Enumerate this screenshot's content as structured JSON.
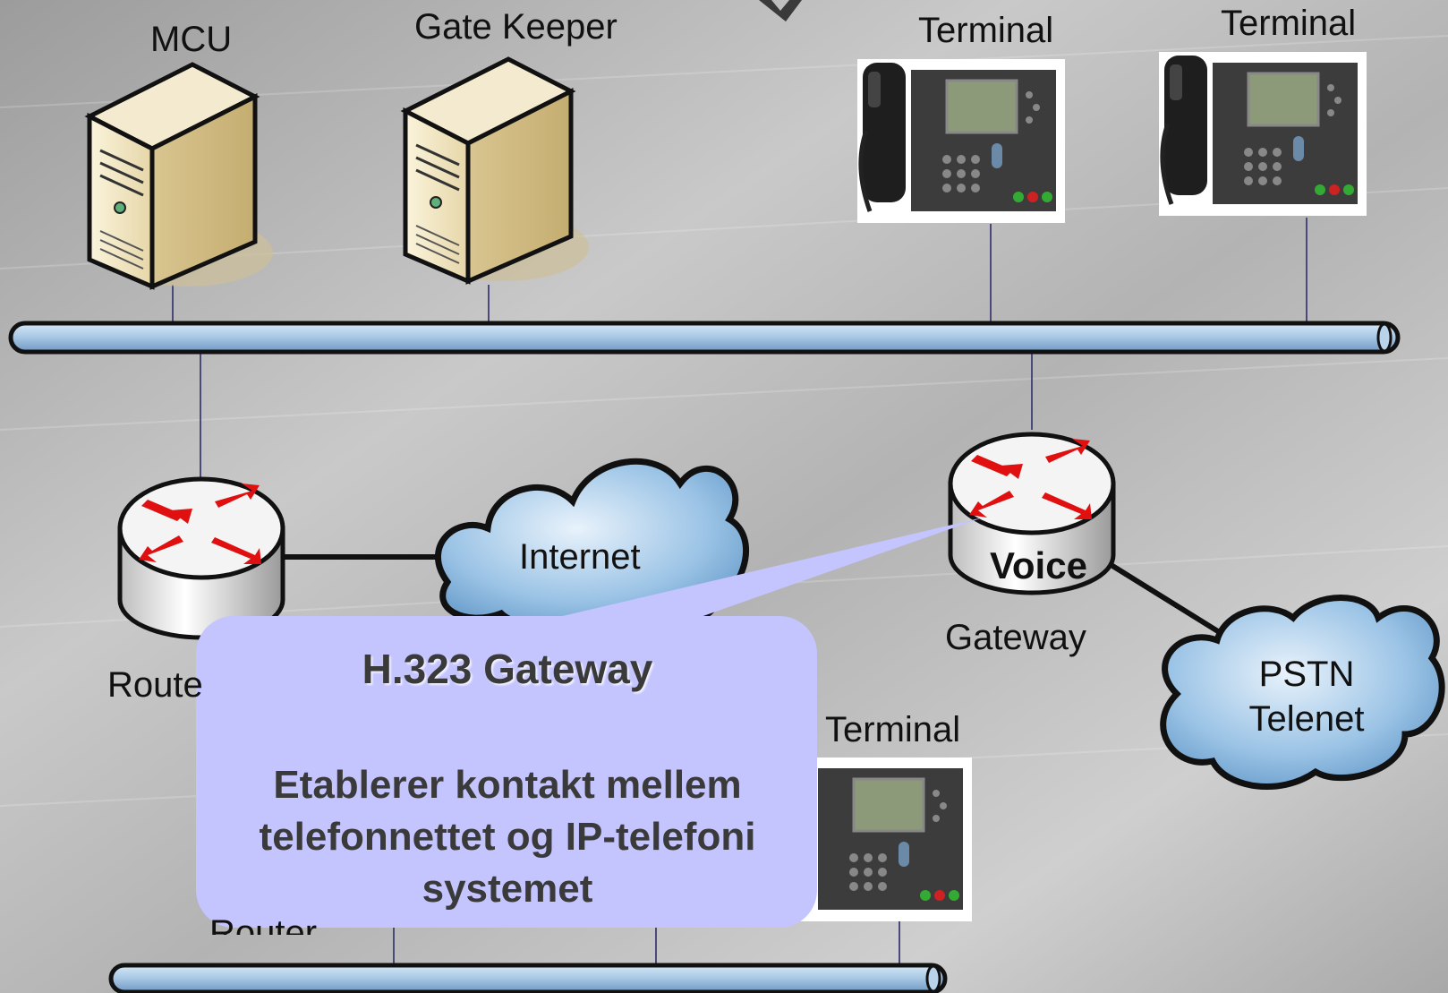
{
  "diagram": {
    "nodes": {
      "mcu": {
        "label": "MCU",
        "icon": "server-icon"
      },
      "gatekeeper": {
        "label": "Gate Keeper",
        "icon": "server-icon"
      },
      "terminal_1": {
        "label": "Terminal",
        "icon": "ip-phone-icon"
      },
      "terminal_2": {
        "label": "Terminal",
        "icon": "ip-phone-icon"
      },
      "router_left": {
        "label": "Route",
        "icon": "router-icon"
      },
      "internet": {
        "label": "Internet",
        "icon": "cloud-icon"
      },
      "voice_gateway": {
        "label": "Gateway",
        "device_text": "Voice",
        "icon": "router-icon"
      },
      "pstn": {
        "label_line1": "PSTN",
        "label_line2": "Telenet",
        "icon": "cloud-icon"
      },
      "terminal_3": {
        "label": "Terminal",
        "icon": "ip-phone-icon"
      },
      "router_bottom": {
        "label": "Router"
      }
    },
    "callout": {
      "title": "H.323 Gateway",
      "body_line1": "Etablerer kontakt mellem",
      "body_line2": "telefonnettet og IP-telefoni",
      "body_line3": "systemet",
      "color": "#c4c4ff"
    },
    "colors": {
      "bus": "#a8c8e6",
      "background": "#b8b8b8",
      "router_arrows": "#e01010",
      "cloud": "#7fb2dc"
    }
  }
}
